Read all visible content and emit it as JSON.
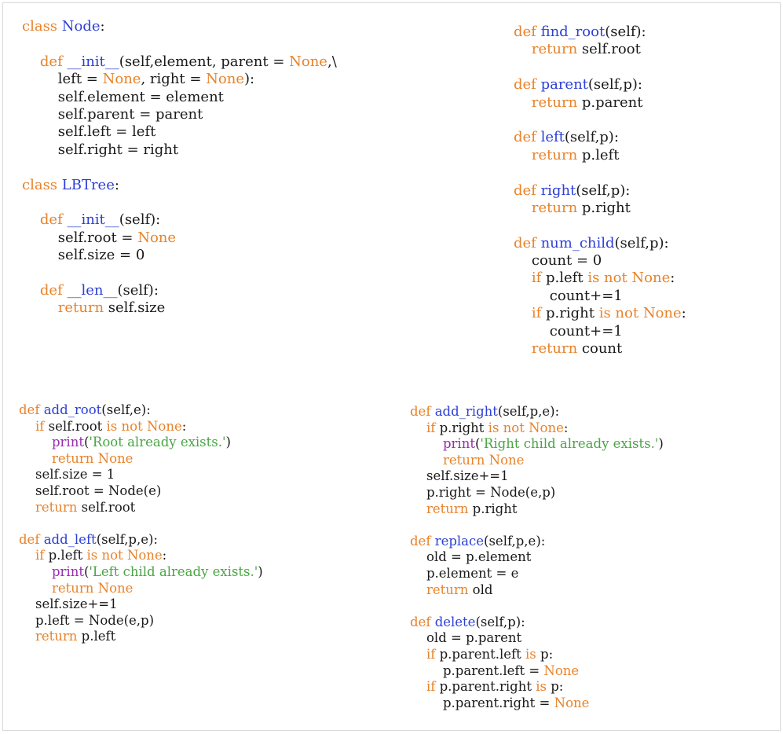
{
  "theme": {
    "keyword": "#e8832a",
    "function": "#2c3fd6",
    "builtin": "#9b2cb0",
    "string": "#4aa544",
    "text": "#1a1a1a",
    "background": "#ffffff"
  },
  "blocks": [
    {
      "id": "node-lbtree-classes",
      "lines": [
        [
          {
            "t": "class ",
            "c": "kw"
          },
          {
            "t": "Node",
            "c": "fn"
          },
          {
            "t": ":"
          }
        ],
        [],
        [
          {
            "t": "    "
          },
          {
            "t": "def ",
            "c": "kw"
          },
          {
            "t": "__init__",
            "c": "fn"
          },
          {
            "t": "(self,element, parent = "
          },
          {
            "t": "None",
            "c": "kw"
          },
          {
            "t": ",\\"
          }
        ],
        [
          {
            "t": "        left = "
          },
          {
            "t": "None",
            "c": "kw"
          },
          {
            "t": ", right = "
          },
          {
            "t": "None",
            "c": "kw"
          },
          {
            "t": "):"
          }
        ],
        [
          {
            "t": "        self.element = element"
          }
        ],
        [
          {
            "t": "        self.parent = parent"
          }
        ],
        [
          {
            "t": "        self.left = left"
          }
        ],
        [
          {
            "t": "        self.right = right"
          }
        ],
        [],
        [
          {
            "t": "class ",
            "c": "kw"
          },
          {
            "t": "LBTree",
            "c": "fn"
          },
          {
            "t": ":"
          }
        ],
        [],
        [
          {
            "t": "    "
          },
          {
            "t": "def ",
            "c": "kw"
          },
          {
            "t": "__init__",
            "c": "fn"
          },
          {
            "t": "(self):"
          }
        ],
        [
          {
            "t": "        self.root = "
          },
          {
            "t": "None",
            "c": "kw"
          }
        ],
        [
          {
            "t": "        self.size = 0"
          }
        ],
        [],
        [
          {
            "t": "    "
          },
          {
            "t": "def ",
            "c": "kw"
          },
          {
            "t": "__len__",
            "c": "fn"
          },
          {
            "t": "(self):"
          }
        ],
        [
          {
            "t": "        "
          },
          {
            "t": "return ",
            "c": "kw"
          },
          {
            "t": "self.size"
          }
        ]
      ]
    },
    {
      "id": "accessor-methods",
      "lines": [
        [
          {
            "t": "def ",
            "c": "kw"
          },
          {
            "t": "find_root",
            "c": "fn"
          },
          {
            "t": "(self):"
          }
        ],
        [
          {
            "t": "    "
          },
          {
            "t": "return ",
            "c": "kw"
          },
          {
            "t": "self.root"
          }
        ],
        [],
        [
          {
            "t": "def ",
            "c": "kw"
          },
          {
            "t": "parent",
            "c": "fn"
          },
          {
            "t": "(self,p):"
          }
        ],
        [
          {
            "t": "    "
          },
          {
            "t": "return ",
            "c": "kw"
          },
          {
            "t": "p.parent"
          }
        ],
        [],
        [
          {
            "t": "def ",
            "c": "kw"
          },
          {
            "t": "left",
            "c": "fn"
          },
          {
            "t": "(self,p):"
          }
        ],
        [
          {
            "t": "    "
          },
          {
            "t": "return ",
            "c": "kw"
          },
          {
            "t": "p.left"
          }
        ],
        [],
        [
          {
            "t": "def ",
            "c": "kw"
          },
          {
            "t": "right",
            "c": "fn"
          },
          {
            "t": "(self,p):"
          }
        ],
        [
          {
            "t": "    "
          },
          {
            "t": "return ",
            "c": "kw"
          },
          {
            "t": "p.right"
          }
        ],
        [],
        [
          {
            "t": "def ",
            "c": "kw"
          },
          {
            "t": "num_child",
            "c": "fn"
          },
          {
            "t": "(self,p):"
          }
        ],
        [
          {
            "t": "    count = 0"
          }
        ],
        [
          {
            "t": "    "
          },
          {
            "t": "if ",
            "c": "kw"
          },
          {
            "t": "p.left "
          },
          {
            "t": "is not None",
            "c": "kw"
          },
          {
            "t": ":"
          }
        ],
        [
          {
            "t": "        count+=1"
          }
        ],
        [
          {
            "t": "    "
          },
          {
            "t": "if ",
            "c": "kw"
          },
          {
            "t": "p.right "
          },
          {
            "t": "is not None",
            "c": "kw"
          },
          {
            "t": ":"
          }
        ],
        [
          {
            "t": "        count+=1"
          }
        ],
        [
          {
            "t": "    "
          },
          {
            "t": "return ",
            "c": "kw"
          },
          {
            "t": "count"
          }
        ]
      ]
    },
    {
      "id": "add-root-left-methods",
      "lines": [
        [
          {
            "t": "def ",
            "c": "kw"
          },
          {
            "t": "add_root",
            "c": "fn"
          },
          {
            "t": "(self,e):"
          }
        ],
        [
          {
            "t": "    "
          },
          {
            "t": "if ",
            "c": "kw"
          },
          {
            "t": "self.root "
          },
          {
            "t": "is not None",
            "c": "kw"
          },
          {
            "t": ":"
          }
        ],
        [
          {
            "t": "        "
          },
          {
            "t": "print",
            "c": "bi"
          },
          {
            "t": "("
          },
          {
            "t": "'Root already exists.'",
            "c": "str"
          },
          {
            "t": ")"
          }
        ],
        [
          {
            "t": "        "
          },
          {
            "t": "return None",
            "c": "kw"
          }
        ],
        [
          {
            "t": "    self.size = 1"
          }
        ],
        [
          {
            "t": "    self.root = Node(e)"
          }
        ],
        [
          {
            "t": "    "
          },
          {
            "t": "return ",
            "c": "kw"
          },
          {
            "t": "self.root"
          }
        ],
        [],
        [
          {
            "t": "def ",
            "c": "kw"
          },
          {
            "t": "add_left",
            "c": "fn"
          },
          {
            "t": "(self,p,e):"
          }
        ],
        [
          {
            "t": "    "
          },
          {
            "t": "if ",
            "c": "kw"
          },
          {
            "t": "p.left "
          },
          {
            "t": "is not None",
            "c": "kw"
          },
          {
            "t": ":"
          }
        ],
        [
          {
            "t": "        "
          },
          {
            "t": "print",
            "c": "bi"
          },
          {
            "t": "("
          },
          {
            "t": "'Left child already exists.'",
            "c": "str"
          },
          {
            "t": ")"
          }
        ],
        [
          {
            "t": "        "
          },
          {
            "t": "return None",
            "c": "kw"
          }
        ],
        [
          {
            "t": "    self.size+=1"
          }
        ],
        [
          {
            "t": "    p.left = Node(e,p)"
          }
        ],
        [
          {
            "t": "    "
          },
          {
            "t": "return ",
            "c": "kw"
          },
          {
            "t": "p.left"
          }
        ]
      ]
    },
    {
      "id": "add-right-replace-delete-methods",
      "lines": [
        [
          {
            "t": "def ",
            "c": "kw"
          },
          {
            "t": "add_right",
            "c": "fn"
          },
          {
            "t": "(self,p,e):"
          }
        ],
        [
          {
            "t": "    "
          },
          {
            "t": "if ",
            "c": "kw"
          },
          {
            "t": "p.right "
          },
          {
            "t": "is not None",
            "c": "kw"
          },
          {
            "t": ":"
          }
        ],
        [
          {
            "t": "        "
          },
          {
            "t": "print",
            "c": "bi"
          },
          {
            "t": "("
          },
          {
            "t": "'Right child already exists.'",
            "c": "str"
          },
          {
            "t": ")"
          }
        ],
        [
          {
            "t": "        "
          },
          {
            "t": "return None",
            "c": "kw"
          }
        ],
        [
          {
            "t": "    self.size+=1"
          }
        ],
        [
          {
            "t": "    p.right = Node(e,p)"
          }
        ],
        [
          {
            "t": "    "
          },
          {
            "t": "return ",
            "c": "kw"
          },
          {
            "t": "p.right"
          }
        ],
        [],
        [
          {
            "t": "def ",
            "c": "kw"
          },
          {
            "t": "replace",
            "c": "fn"
          },
          {
            "t": "(self,p,e):"
          }
        ],
        [
          {
            "t": "    old = p.element"
          }
        ],
        [
          {
            "t": "    p.element = e"
          }
        ],
        [
          {
            "t": "    "
          },
          {
            "t": "return ",
            "c": "kw"
          },
          {
            "t": "old"
          }
        ],
        [],
        [
          {
            "t": "def ",
            "c": "kw"
          },
          {
            "t": "delete",
            "c": "fn"
          },
          {
            "t": "(self,p):"
          }
        ],
        [
          {
            "t": "    old = p.parent"
          }
        ],
        [
          {
            "t": "    "
          },
          {
            "t": "if ",
            "c": "kw"
          },
          {
            "t": "p.parent.left "
          },
          {
            "t": "is ",
            "c": "kw"
          },
          {
            "t": "p:"
          }
        ],
        [
          {
            "t": "        p.parent.left = "
          },
          {
            "t": "None",
            "c": "kw"
          }
        ],
        [
          {
            "t": "    "
          },
          {
            "t": "if ",
            "c": "kw"
          },
          {
            "t": "p.parent.right "
          },
          {
            "t": "is ",
            "c": "kw"
          },
          {
            "t": "p:"
          }
        ],
        [
          {
            "t": "        p.parent.right = "
          },
          {
            "t": "None",
            "c": "kw"
          }
        ]
      ]
    }
  ]
}
